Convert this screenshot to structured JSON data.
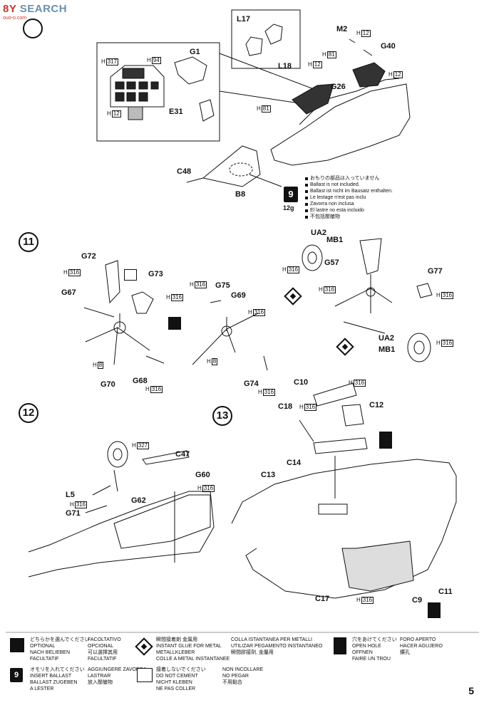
{
  "watermark": {
    "text_a": "8Y ",
    "text_b": "SEARCH",
    "sub": "ouo-o.com"
  },
  "steps": {
    "s11": "11",
    "s12": "12",
    "s13": "13"
  },
  "step10": {
    "parts": {
      "L17": "L17",
      "L18": "L18",
      "G1": "G1",
      "E31": "E31",
      "M2": "M2",
      "G40": "G40",
      "G26": "G26",
      "C48": "C48",
      "B8": "B8"
    },
    "h_codes": {
      "h317": "317",
      "h94": "94",
      "h12": "12",
      "h81": "81"
    },
    "ballast_note": [
      "おもりの部品は入っていません",
      "Ballast is not included.",
      "Ballast ist nicht im Bausatz enthalten.",
      "Le lestage n'est pas inclu",
      "Zavorra non inclusa",
      "El lastre no esta incluido",
      "不包括壓艙物"
    ],
    "ballast_icon": "9",
    "ballast_weight": "12g"
  },
  "step11": {
    "parts": {
      "UA2": "UA2",
      "MB1": "MB1",
      "G57": "G57",
      "G77": "G77",
      "G72": "G72",
      "G73": "G73",
      "G67": "G67",
      "G70": "G70",
      "G68": "G68",
      "G75": "G75",
      "G69": "G69",
      "G74": "G74"
    },
    "h_codes": {
      "h316": "316",
      "h8": "8"
    }
  },
  "step12": {
    "parts": {
      "C47": "C47",
      "G60": "G60",
      "G62": "G62",
      "L5": "L5",
      "G71": "G71"
    },
    "h_codes": {
      "h327": "327",
      "h316": "316"
    }
  },
  "step13": {
    "parts": {
      "C10": "C10",
      "C12": "C12",
      "C18": "C18",
      "C14": "C14",
      "C13": "C13",
      "C17": "C17",
      "C9": "C9",
      "C11": "C11"
    },
    "h_codes": {
      "h316": "316"
    }
  },
  "legend": {
    "optional": [
      "どちらかを選んでください",
      "OPTIONAL",
      "NACH BELIEBEN",
      "FACULTATIF"
    ],
    "optional_b": [
      "FACOLTATIVO",
      "OPCIONAL",
      "可以選擇其用",
      "FACULTATIF"
    ],
    "metal_glue": [
      "瞬間接着剤 金属用",
      "INSTANT GLUE FOR METAL",
      "METALLKLEBER",
      "COLLE A METAL INSTANTANEE"
    ],
    "metal_glue_b": [
      "COLLA ISTANTANEA PER METALLI",
      "UTILIZAR PEGAMENTO INSTANTANEO",
      "瞬間膠接劑, 金屬用"
    ],
    "hole": [
      "穴をあけてください",
      "OPEN HOLE",
      "OFFNEN",
      "FAIRE UN TROU"
    ],
    "hole_b": [
      "FORO APERTO",
      "HACER AGUJERO",
      "鑽孔"
    ],
    "ballast": [
      "オモリを入れてください",
      "INSERT BALLAST",
      "BALLAST ZUGEBEN",
      "A LESTER"
    ],
    "ballast_b": [
      "AGGIUNGERE ZAVORRA",
      "LASTRAR",
      "放入壓艙物"
    ],
    "no_cement": [
      "接着しないでください",
      "DO NOT CEMENT",
      "NICHT KLEBEN",
      "NE PAS COLLER"
    ],
    "no_cement_b": [
      "NON INCOLLARE",
      "NO PEGAR",
      "不用黏合"
    ]
  },
  "page_number": "5"
}
